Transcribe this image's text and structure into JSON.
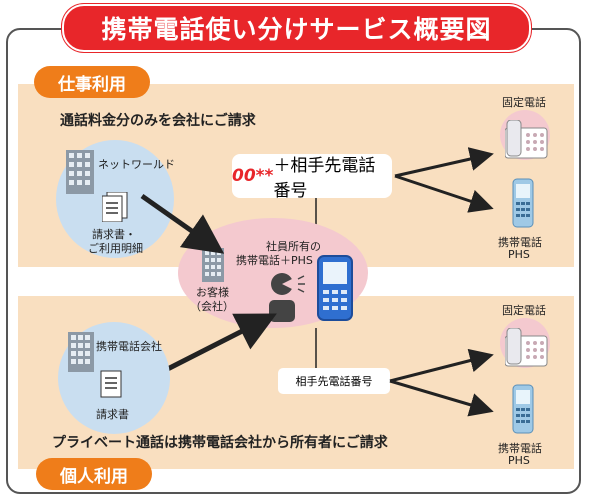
{
  "title": "携帯電話使い分けサービス概要図",
  "work": {
    "pill_label": "仕事利用",
    "heading": "通話料金分のみを会社にご請求",
    "provider_label": "ネットワールド",
    "doc_label_1": "請求書・",
    "doc_label_2": "ご利用明細",
    "dial_prefix": "00**",
    "dial_suffix": "＋相手先電話番号",
    "fixed_label": "固定電話",
    "mobile_label_1": "携帯電話",
    "mobile_label_2": "PHS"
  },
  "center": {
    "phone_label_1": "社員所有の",
    "phone_label_2": "携帯電話＋PHS",
    "customer_label_1": "お客様",
    "customer_label_2": "（会社）"
  },
  "personal": {
    "pill_label": "個人利用",
    "heading": "プライベート通話は携帯電話会社から所有者にご請求",
    "provider_label": "携帯電話会社",
    "doc_label": "請求書",
    "dial_text": "相手先電話番号",
    "fixed_label": "固定電話",
    "mobile_label_1": "携帯電話",
    "mobile_label_2": "PHS"
  },
  "colors": {
    "title_red": "#e8262a",
    "pill_orange": "#ef7d1a",
    "band_beige": "#f9dfc0",
    "circle_blue": "#c9def0",
    "circle_pink": "#f4c9cf"
  }
}
